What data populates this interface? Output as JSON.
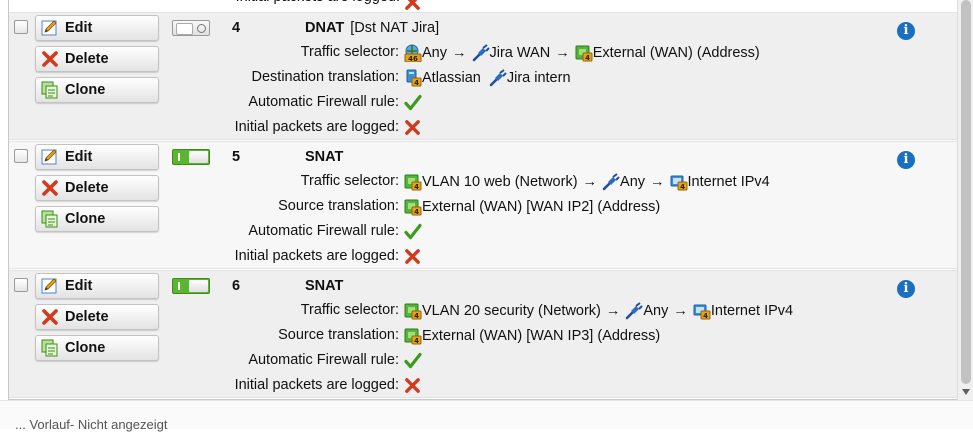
{
  "labels": {
    "traffic_selector": "Traffic selector:",
    "destination_translation": "Destination translation:",
    "source_translation": "Source translation:",
    "automatic_firewall_rule": "Automatic Firewall rule:",
    "initial_packets_logged": "Initial packets are logged:"
  },
  "buttons": {
    "edit": "Edit",
    "delete": "Delete",
    "clone": "Clone"
  },
  "arrow": "→",
  "rules": [
    {
      "number": "4",
      "type": "DNAT",
      "description": "[Dst NAT Jira]",
      "enabled": false,
      "traffic": [
        "Any",
        "Jira WAN",
        "External (WAN) (Address)"
      ],
      "translation_label": "Destination translation:",
      "translation": [
        "Atlassian",
        "Jira intern"
      ]
    },
    {
      "number": "5",
      "type": "SNAT",
      "description": "",
      "enabled": true,
      "traffic": [
        "VLAN 10 web (Network)",
        "Any",
        "Internet IPv4"
      ],
      "translation_label": "Source translation:",
      "translation": [
        "External (WAN) [WAN IP2] (Address)"
      ]
    },
    {
      "number": "6",
      "type": "SNAT",
      "description": "",
      "enabled": true,
      "traffic": [
        "VLAN 20 security (Network)",
        "Any",
        "Internet IPv4"
      ],
      "translation_label": "Source translation:",
      "translation": [
        "External (WAN) [WAN IP3] (Address)"
      ]
    }
  ],
  "icons": {
    "edit": "pencil-icon",
    "delete": "red-x-icon",
    "clone": "clone-pages-icon",
    "any": "any-network-icon",
    "service": "blue-plug-icon",
    "wan_address": "green-ipv4-address-icon",
    "host": "host-icon",
    "internet": "internet-ipv4-icon",
    "network": "green-network-icon",
    "check": "green-check-icon",
    "cross": "red-x-icon",
    "info": "info-icon"
  },
  "colors": {
    "check": "#3c9a1c",
    "cross": "#d23a1e",
    "info": "#1a6fc0",
    "toggle_on": "#5bb530"
  },
  "footer": {
    "text": "... Vorlauf- Nicht angezeigt"
  }
}
